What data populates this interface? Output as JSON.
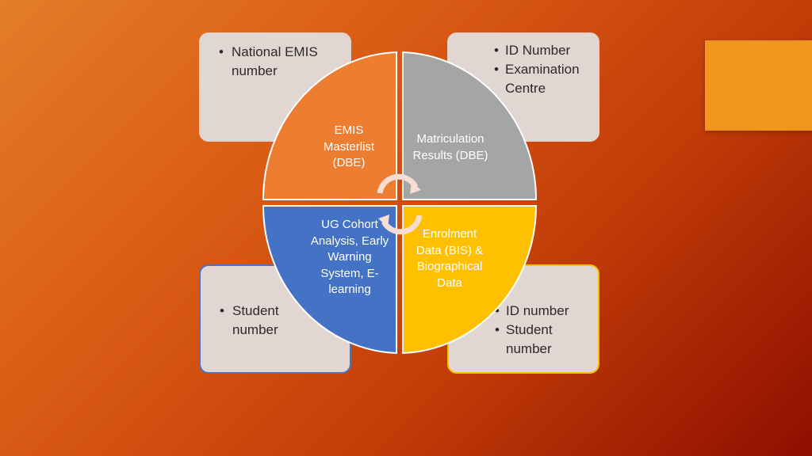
{
  "colors": {
    "orange_segment": "#ed7d31",
    "gray_segment": "#a5a5a5",
    "blue_segment": "#4472c4",
    "yellow_segment": "#ffc000",
    "note_box": "#e2d6d2",
    "accent_square": "#f0961c"
  },
  "notes": {
    "top_left": [
      "National EMIS number"
    ],
    "top_right": [
      "ID Number",
      "Examination Centre"
    ],
    "bottom_left": [
      "Student number"
    ],
    "bottom_right": [
      "ID number",
      "Student number"
    ]
  },
  "segments": {
    "top_left": [
      "EMIS",
      "Masterlist",
      "(DBE)"
    ],
    "top_right": [
      "Matriculation",
      "Results (DBE)"
    ],
    "bottom_left": [
      "UG Cohort",
      "Analysis, Early",
      "Warning",
      "System, E-",
      "learning"
    ],
    "bottom_right": [
      "Enrolment",
      "Data (BIS) &",
      "Biographical",
      "Data"
    ]
  },
  "icons": {
    "center": "circular-arrows-icon"
  }
}
